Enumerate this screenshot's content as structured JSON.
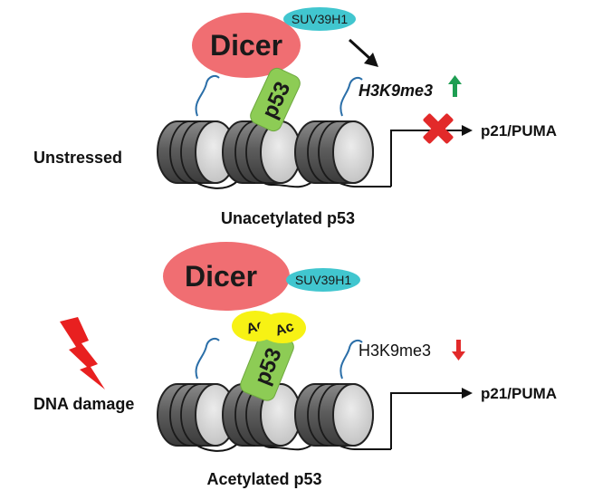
{
  "panels": {
    "top": {
      "dicer_label": "Dicer",
      "suv_label": "SUV39H1",
      "p53_label": "p53",
      "mark_label": "H3K9me3",
      "gene_label": "p21/PUMA",
      "condition_label": "Unstressed",
      "caption": "Unacetylated p53"
    },
    "bottom": {
      "dicer_label": "Dicer",
      "suv_label": "SUV39H1",
      "p53_label": "p53",
      "ac_label_1": "Ac",
      "ac_label_2": "Ac",
      "mark_label": "H3K9me3",
      "gene_label": "p21/PUMA",
      "condition_label": "DNA damage",
      "caption": "Acetylated p53"
    }
  },
  "colors": {
    "dicer": "#f06e72",
    "suv39h1": "#41c6cf",
    "p53": "#8dcc55",
    "acetyl": "#f7f214",
    "mark_up": "#1e9e52",
    "mark_down": "#e22a2a",
    "block_x": "#e22a2a",
    "lightning": "#e82020",
    "histone_tail": "#2a6ea8"
  }
}
